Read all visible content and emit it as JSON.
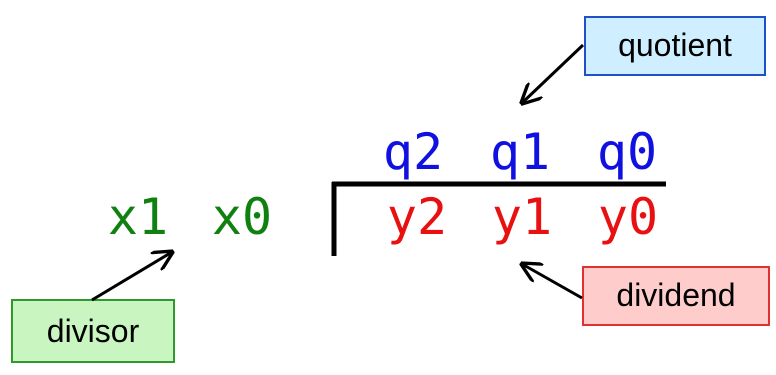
{
  "labels": {
    "quotient": "quotient",
    "divisor": "divisor",
    "dividend": "dividend"
  },
  "quotient_terms": [
    "q2",
    "q1",
    "q0"
  ],
  "divisor_terms": [
    "x1",
    "x0"
  ],
  "dividend_terms": [
    "y2",
    "y1",
    "y0"
  ],
  "colors": {
    "quotient_text": "#1010e0",
    "divisor_text": "#108010",
    "dividend_text": "#e81010",
    "quotient_box_fill": "#cfeeff",
    "quotient_box_border": "#1e50c8",
    "divisor_box_fill": "#c8f5c0",
    "divisor_box_border": "#2e9a2e",
    "dividend_box_fill": "#ffcccc",
    "dividend_box_border": "#e03030",
    "line": "#000000"
  }
}
